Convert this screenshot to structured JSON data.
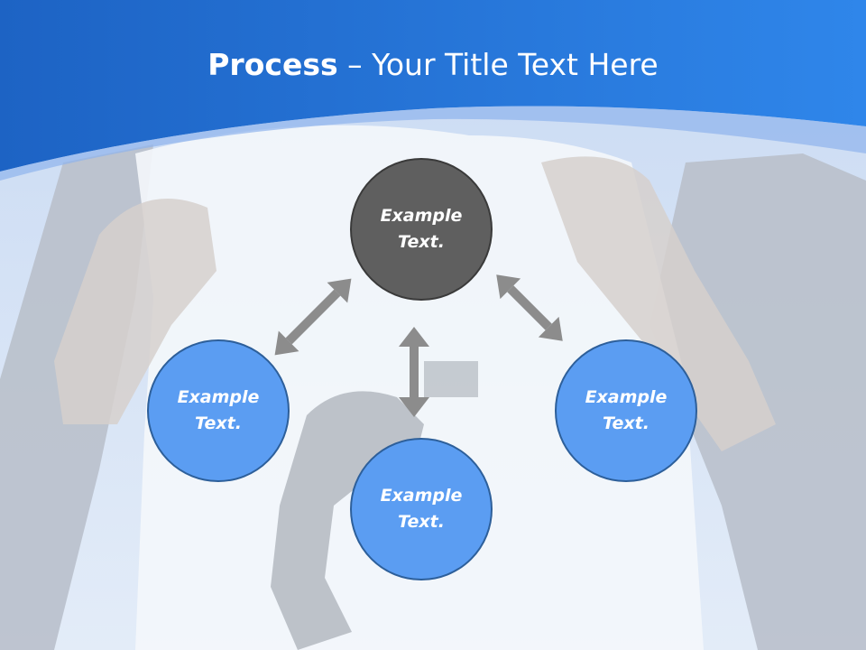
{
  "slide": {
    "title_bold": "Process",
    "title_rest": " – Your Title Text Here",
    "colors": {
      "header_blue": "#1f6fd6",
      "center_node": "#5f5f5f",
      "outer_node": "#5b9df2",
      "arrow": "#8c8c8c"
    }
  },
  "nodes": {
    "top": "Example\nText.",
    "left": "Example\nText.",
    "right": "Example\nText.",
    "bottom": "Example\nText."
  }
}
